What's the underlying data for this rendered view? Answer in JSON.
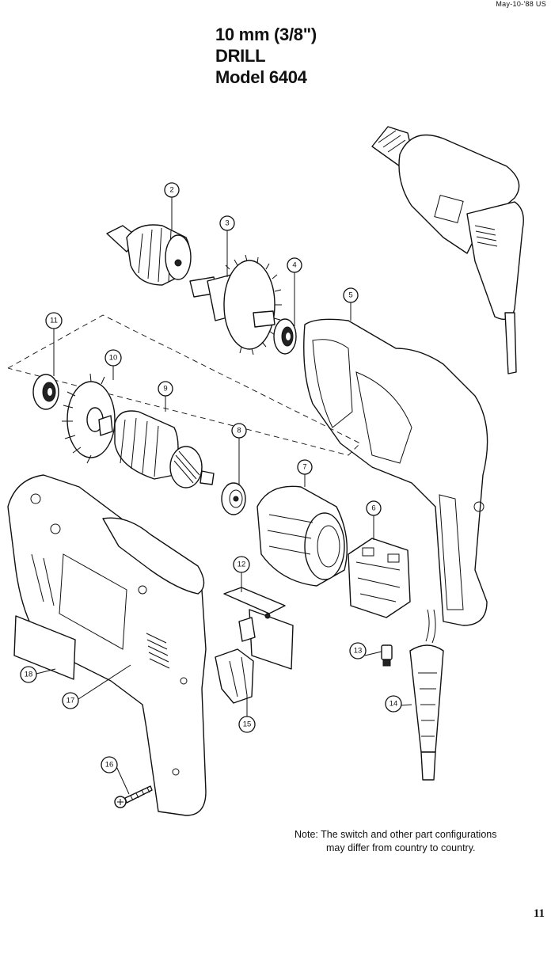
{
  "header": {
    "date_code": "May-10-'88 US",
    "title_line1": "10 mm (3/8\")",
    "title_line2": "DRILL",
    "title_line3": "Model 6404"
  },
  "callouts": [
    "2",
    "3",
    "4",
    "5",
    "6",
    "7",
    "8",
    "9",
    "10",
    "11",
    "12",
    "13",
    "14",
    "15",
    "16",
    "17",
    "18"
  ],
  "note": {
    "line1": "Note: The switch and other part configurations",
    "line2": "may differ from country to country."
  },
  "page_number": "11"
}
